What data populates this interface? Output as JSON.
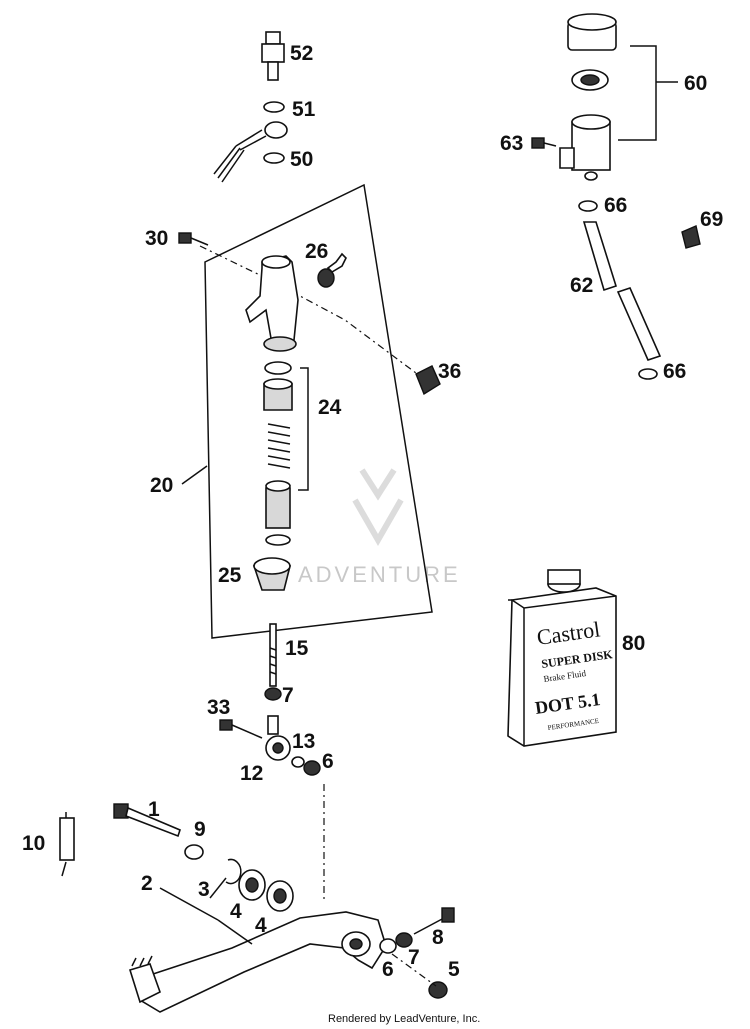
{
  "labels": {
    "l1": "1",
    "l2": "2",
    "l3": "3",
    "l4a": "4",
    "l4b": "4",
    "l5": "5",
    "l6a": "6",
    "l6b": "6",
    "l7a": "7",
    "l7b": "7",
    "l8": "8",
    "l9": "9",
    "l10": "10",
    "l12": "12",
    "l13": "13",
    "l15": "15",
    "l20": "20",
    "l24": "24",
    "l25": "25",
    "l26": "26",
    "l30": "30",
    "l33": "33",
    "l36": "36",
    "l50": "50",
    "l51": "51",
    "l52": "52",
    "l60": "60",
    "l62": "62",
    "l63": "63",
    "l66a": "66",
    "l66b": "66",
    "l69": "69",
    "l80": "80"
  },
  "can": {
    "brand": "Castrol",
    "line1": "SUPER DISK",
    "line2": "Brake Fluid",
    "line3": "DOT 5.1",
    "line4": "PERFORMANCE"
  },
  "watermark": "ADVENTURE",
  "footer": "Rendered by LeadVenture, Inc."
}
